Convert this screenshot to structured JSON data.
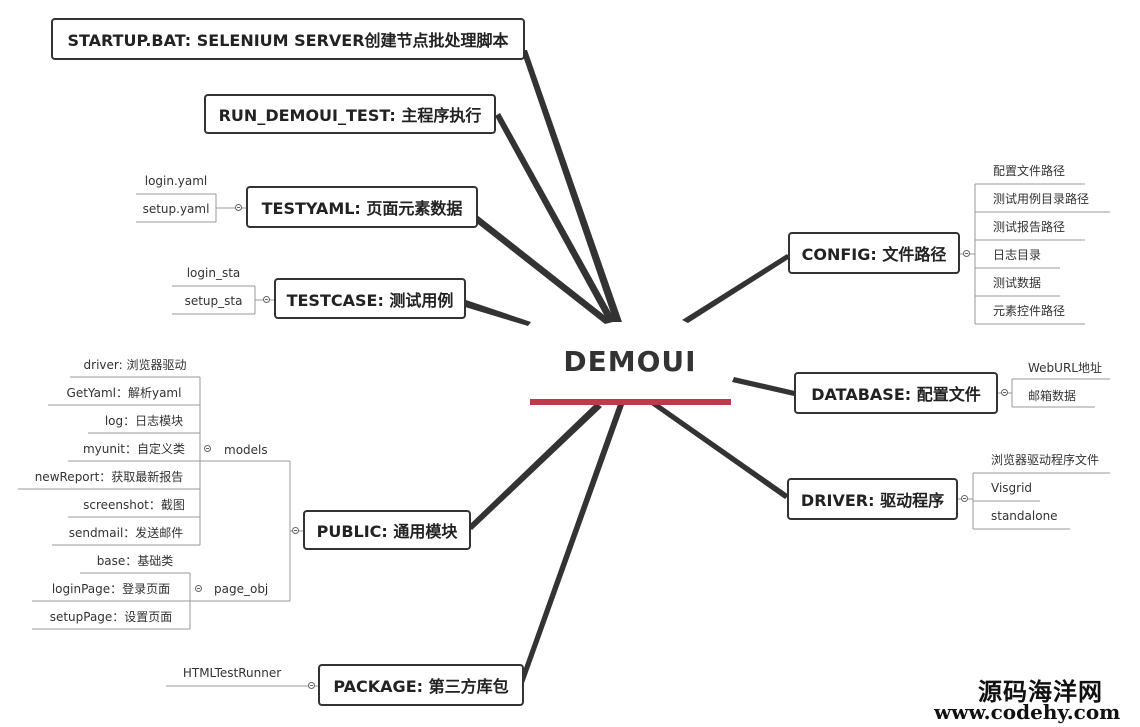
{
  "center": {
    "title": "DEMOUI"
  },
  "branches": {
    "startup": "STARTUP.BAT: SELENIUM SERVER创建节点批处理脚本",
    "run": "RUN_DEMOUI_TEST: 主程序执行",
    "testyaml": "TESTYAML: 页面元素数据",
    "testcase": "TESTCASE: 测试用例",
    "public": "PUBLIC: 通用模块",
    "package": "PACKAGE: 第三方库包",
    "config": "CONFIG: 文件路径",
    "database": "DATABASE: 配置文件",
    "driver": "DRIVER: 驱动程序"
  },
  "testyaml_items": [
    "login.yaml",
    "setup.yaml"
  ],
  "testcase_items": [
    "login_sta",
    "setup_sta"
  ],
  "public_groups": {
    "models_label": "models",
    "models_items": [
      "driver: 浏览器驱动",
      "GetYaml：解析yaml",
      "log：日志模块",
      "myunit：自定义类",
      "newReport：获取最新报告",
      "screenshot：截图",
      "sendmail：发送邮件"
    ],
    "page_obj_label": "page_obj",
    "page_obj_items": [
      "base：基础类",
      "loginPage：登录页面",
      "setupPage：设置页面"
    ]
  },
  "package_items": [
    "HTMLTestRunner"
  ],
  "config_items": [
    "配置文件路径",
    "测试用例目录路径",
    "测试报告路径",
    "日志目录",
    "测试数据",
    "元素控件路径"
  ],
  "database_items": [
    "WebURL地址",
    "邮箱数据"
  ],
  "driver_items": [
    "浏览器驱动程序文件",
    "Visgrid",
    "standalone"
  ],
  "watermark": {
    "line1": "源码海洋网",
    "line2": "www.codehy.com"
  },
  "colors": {
    "line": "#333333",
    "underline": "#c0394b",
    "leaf_line": "#999999"
  }
}
